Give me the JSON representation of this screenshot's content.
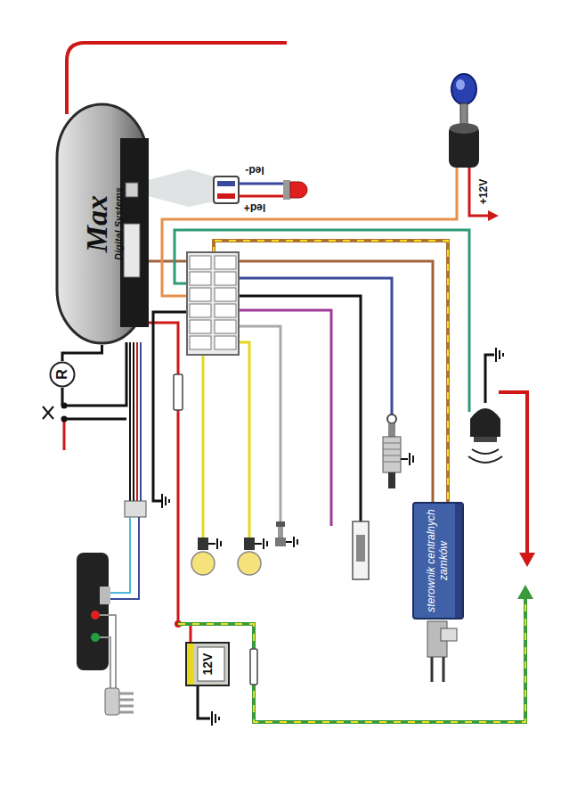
{
  "diagram": {
    "nodes": [
      {
        "text": [
          "Max",
          "Digital Systems"
        ]
      },
      {
        "text": [
          "R"
        ]
      },
      {
        "text": [
          "12V"
        ]
      },
      {
        "text": [
          "sterownik centralnych zamków"
        ]
      }
    ],
    "edges": [
      {
        "from": 0,
        "to": 1,
        "arrow": "none"
      },
      {
        "from": 0,
        "to": 2,
        "arrow": "none"
      },
      {
        "from": 0,
        "to": 3,
        "arrow": "none"
      }
    ],
    "labels": [
      "led-",
      "led+",
      "+12V"
    ]
  }
}
